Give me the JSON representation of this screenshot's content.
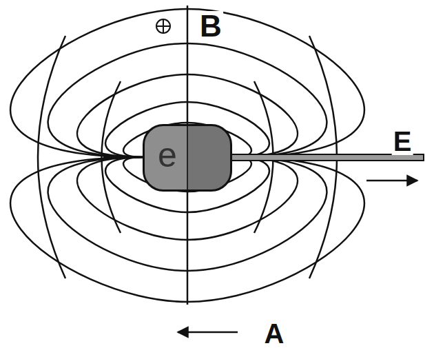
{
  "diagram": {
    "nodes": [
      {
        "text": [
          "e"
        ]
      }
    ],
    "labels": [
      "B",
      "E",
      "A"
    ]
  }
}
